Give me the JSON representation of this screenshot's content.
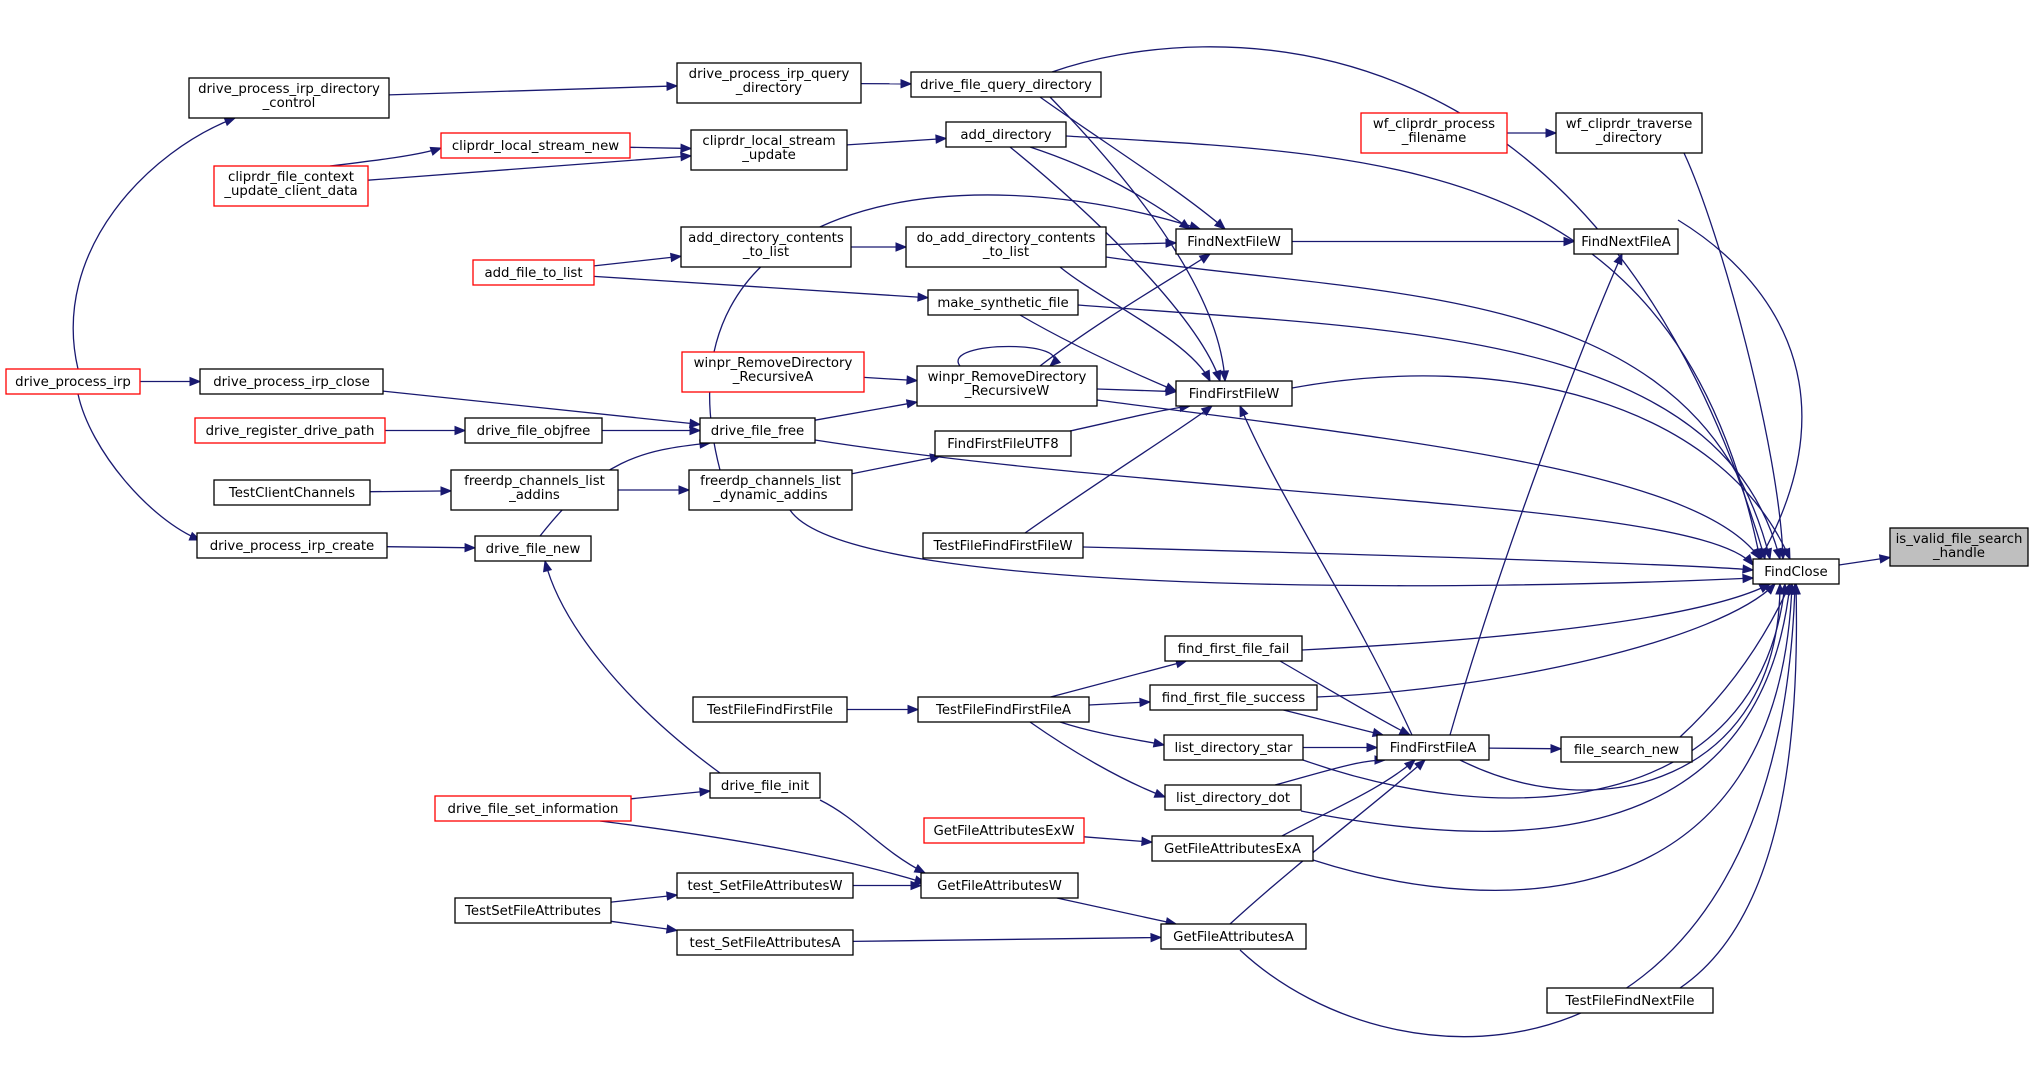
{
  "graph": {
    "nodes": [
      {
        "id": "is_valid",
        "lines": [
          "is_valid_file_search",
          "_handle"
        ],
        "style": "root"
      },
      {
        "id": "FindClose",
        "lines": [
          "FindClose"
        ],
        "style": "normal"
      },
      {
        "id": "drive_file_query_directory",
        "lines": [
          "drive_file_query_directory"
        ],
        "style": "normal"
      },
      {
        "id": "drive_process_irp_query_directory",
        "lines": [
          "drive_process_irp_query",
          "_directory"
        ],
        "style": "normal"
      },
      {
        "id": "drive_process_irp_directory_control",
        "lines": [
          "drive_process_irp_directory",
          "_control"
        ],
        "style": "normal"
      },
      {
        "id": "drive_process_irp",
        "lines": [
          "drive_process_irp"
        ],
        "style": "red"
      },
      {
        "id": "wf_cliprdr_process_filename",
        "lines": [
          "wf_cliprdr_process",
          "_filename"
        ],
        "style": "red"
      },
      {
        "id": "wf_cliprdr_traverse_directory",
        "lines": [
          "wf_cliprdr_traverse",
          "_directory"
        ],
        "style": "normal"
      },
      {
        "id": "add_directory",
        "lines": [
          "add_directory"
        ],
        "style": "normal"
      },
      {
        "id": "cliprdr_local_stream_update",
        "lines": [
          "cliprdr_local_stream",
          "_update"
        ],
        "style": "normal"
      },
      {
        "id": "cliprdr_local_stream_new",
        "lines": [
          "cliprdr_local_stream_new"
        ],
        "style": "red"
      },
      {
        "id": "cliprdr_file_context_update_client_data",
        "lines": [
          "cliprdr_file_context",
          "_update_client_data"
        ],
        "style": "red"
      },
      {
        "id": "FindNextFileA",
        "lines": [
          "FindNextFileA"
        ],
        "style": "normal"
      },
      {
        "id": "FindNextFileW",
        "lines": [
          "FindNextFileW"
        ],
        "style": "normal"
      },
      {
        "id": "do_add_directory_contents_to_list",
        "lines": [
          "do_add_directory_contents",
          "_to_list"
        ],
        "style": "normal"
      },
      {
        "id": "add_directory_contents_to_list",
        "lines": [
          "add_directory_contents",
          "_to_list"
        ],
        "style": "normal"
      },
      {
        "id": "add_file_to_list",
        "lines": [
          "add_file_to_list"
        ],
        "style": "red"
      },
      {
        "id": "make_synthetic_file",
        "lines": [
          "make_synthetic_file"
        ],
        "style": "normal"
      },
      {
        "id": "winpr_RemoveDirectory_RecursiveA",
        "lines": [
          "winpr_RemoveDirectory",
          "_RecursiveA"
        ],
        "style": "red"
      },
      {
        "id": "winpr_RemoveDirectory_RecursiveW",
        "lines": [
          "winpr_RemoveDirectory",
          "_RecursiveW"
        ],
        "style": "normal"
      },
      {
        "id": "FindFirstFileW",
        "lines": [
          "FindFirstFileW"
        ],
        "style": "normal"
      },
      {
        "id": "drive_process_irp_close",
        "lines": [
          "drive_process_irp_close"
        ],
        "style": "normal"
      },
      {
        "id": "drive_file_free",
        "lines": [
          "drive_file_free"
        ],
        "style": "normal"
      },
      {
        "id": "drive_register_drive_path",
        "lines": [
          "drive_register_drive_path"
        ],
        "style": "red"
      },
      {
        "id": "drive_file_objfree",
        "lines": [
          "drive_file_objfree"
        ],
        "style": "normal"
      },
      {
        "id": "FindFirstFileUTF8",
        "lines": [
          "FindFirstFileUTF8"
        ],
        "style": "normal"
      },
      {
        "id": "TestClientChannels",
        "lines": [
          "TestClientChannels"
        ],
        "style": "normal"
      },
      {
        "id": "freerdp_channels_list_addins",
        "lines": [
          "freerdp_channels_list",
          "_addins"
        ],
        "style": "normal"
      },
      {
        "id": "freerdp_channels_list_dynamic_addins",
        "lines": [
          "freerdp_channels_list",
          "_dynamic_addins"
        ],
        "style": "normal"
      },
      {
        "id": "TestFileFindFirstFileW",
        "lines": [
          "TestFileFindFirstFileW"
        ],
        "style": "normal"
      },
      {
        "id": "drive_process_irp_create",
        "lines": [
          "drive_process_irp_create"
        ],
        "style": "normal"
      },
      {
        "id": "drive_file_new",
        "lines": [
          "drive_file_new"
        ],
        "style": "normal"
      },
      {
        "id": "find_first_file_fail",
        "lines": [
          "find_first_file_fail"
        ],
        "style": "normal"
      },
      {
        "id": "TestFileFindFirstFile",
        "lines": [
          "TestFileFindFirstFile"
        ],
        "style": "normal"
      },
      {
        "id": "TestFileFindFirstFileA",
        "lines": [
          "TestFileFindFirstFileA"
        ],
        "style": "normal"
      },
      {
        "id": "find_first_file_success",
        "lines": [
          "find_first_file_success"
        ],
        "style": "normal"
      },
      {
        "id": "list_directory_star",
        "lines": [
          "list_directory_star"
        ],
        "style": "normal"
      },
      {
        "id": "FindFirstFileA",
        "lines": [
          "FindFirstFileA"
        ],
        "style": "normal"
      },
      {
        "id": "file_search_new",
        "lines": [
          "file_search_new"
        ],
        "style": "normal"
      },
      {
        "id": "list_directory_dot",
        "lines": [
          "list_directory_dot"
        ],
        "style": "normal"
      },
      {
        "id": "drive_file_init",
        "lines": [
          "drive_file_init"
        ],
        "style": "normal"
      },
      {
        "id": "drive_file_set_information",
        "lines": [
          "drive_file_set_information"
        ],
        "style": "red"
      },
      {
        "id": "GetFileAttributesExW",
        "lines": [
          "GetFileAttributesExW"
        ],
        "style": "red"
      },
      {
        "id": "GetFileAttributesExA",
        "lines": [
          "GetFileAttributesExA"
        ],
        "style": "normal"
      },
      {
        "id": "TestSetFileAttributes",
        "lines": [
          "TestSetFileAttributes"
        ],
        "style": "normal"
      },
      {
        "id": "test_SetFileAttributesW",
        "lines": [
          "test_SetFileAttributesW"
        ],
        "style": "normal"
      },
      {
        "id": "GetFileAttributesW",
        "lines": [
          "GetFileAttributesW"
        ],
        "style": "normal"
      },
      {
        "id": "test_SetFileAttributesA",
        "lines": [
          "test_SetFileAttributesA"
        ],
        "style": "normal"
      },
      {
        "id": "GetFileAttributesA",
        "lines": [
          "GetFileAttributesA"
        ],
        "style": "normal"
      },
      {
        "id": "TestFileFindNextFile",
        "lines": [
          "TestFileFindNextFile"
        ],
        "style": "normal"
      }
    ],
    "edges": [
      {
        "from": "FindClose",
        "to": "is_valid"
      },
      {
        "from": "drive_file_query_directory",
        "to": "FindClose"
      },
      {
        "from": "drive_process_irp_query_directory",
        "to": "drive_file_query_directory"
      },
      {
        "from": "drive_process_irp_directory_control",
        "to": "drive_process_irp_query_directory"
      },
      {
        "from": "drive_process_irp",
        "to": "drive_process_irp_directory_control"
      },
      {
        "from": "wf_cliprdr_traverse_directory",
        "to": "FindClose"
      },
      {
        "from": "wf_cliprdr_process_filename",
        "to": "wf_cliprdr_traverse_directory"
      },
      {
        "from": "add_directory",
        "to": "FindClose"
      },
      {
        "from": "cliprdr_local_stream_update",
        "to": "add_directory"
      },
      {
        "from": "cliprdr_local_stream_new",
        "to": "cliprdr_local_stream_update"
      },
      {
        "from": "cliprdr_file_context_update_client_data",
        "to": "cliprdr_local_stream_update"
      },
      {
        "from": "cliprdr_file_context_update_client_data",
        "to": "cliprdr_local_stream_new"
      },
      {
        "from": "FindNextFileA",
        "to": "FindClose"
      },
      {
        "from": "FindNextFileW",
        "to": "FindNextFileA"
      },
      {
        "from": "drive_file_query_directory",
        "to": "FindNextFileW"
      },
      {
        "from": "add_directory",
        "to": "FindNextFileW"
      },
      {
        "from": "do_add_directory_contents_to_list",
        "to": "FindNextFileW"
      },
      {
        "from": "winpr_RemoveDirectory_RecursiveW",
        "to": "FindNextFileW"
      },
      {
        "from": "freerdp_channels_list_dynamic_addins",
        "to": "FindNextFileW"
      },
      {
        "from": "do_add_directory_contents_to_list",
        "to": "FindClose"
      },
      {
        "from": "add_directory_contents_to_list",
        "to": "do_add_directory_contents_to_list"
      },
      {
        "from": "add_file_to_list",
        "to": "add_directory_contents_to_list"
      },
      {
        "from": "add_file_to_list",
        "to": "make_synthetic_file"
      },
      {
        "from": "make_synthetic_file",
        "to": "FindClose"
      },
      {
        "from": "winpr_RemoveDirectory_RecursiveA",
        "to": "winpr_RemoveDirectory_RecursiveW"
      },
      {
        "from": "winpr_RemoveDirectory_RecursiveW",
        "to": "winpr_RemoveDirectory_RecursiveW"
      },
      {
        "from": "FindFirstFileW",
        "to": "FindClose"
      },
      {
        "from": "drive_file_query_directory",
        "to": "FindFirstFileW"
      },
      {
        "from": "add_directory",
        "to": "FindFirstFileW"
      },
      {
        "from": "do_add_directory_contents_to_list",
        "to": "FindFirstFileW"
      },
      {
        "from": "make_synthetic_file",
        "to": "FindFirstFileW"
      },
      {
        "from": "winpr_RemoveDirectory_RecursiveW",
        "to": "FindFirstFileW"
      },
      {
        "from": "FindFirstFileUTF8",
        "to": "FindFirstFileW"
      },
      {
        "from": "TestFileFindFirstFileW",
        "to": "FindFirstFileW"
      },
      {
        "from": "winpr_RemoveDirectory_RecursiveW",
        "to": "FindClose"
      },
      {
        "from": "drive_file_free",
        "to": "winpr_RemoveDirectory_RecursiveW"
      },
      {
        "from": "drive_file_free",
        "to": "FindClose"
      },
      {
        "from": "drive_process_irp_close",
        "to": "drive_file_free"
      },
      {
        "from": "drive_process_irp",
        "to": "drive_process_irp_close"
      },
      {
        "from": "drive_file_objfree",
        "to": "drive_file_free"
      },
      {
        "from": "drive_register_drive_path",
        "to": "drive_file_objfree"
      },
      {
        "from": "drive_file_new",
        "to": "drive_file_free"
      },
      {
        "from": "freerdp_channels_list_dynamic_addins",
        "to": "FindFirstFileUTF8"
      },
      {
        "from": "freerdp_channels_list_dynamic_addins",
        "to": "FindClose"
      },
      {
        "from": "freerdp_channels_list_addins",
        "to": "freerdp_channels_list_dynamic_addins"
      },
      {
        "from": "TestClientChannels",
        "to": "freerdp_channels_list_addins"
      },
      {
        "from": "TestFileFindFirstFileW",
        "to": "FindClose"
      },
      {
        "from": "drive_process_irp",
        "to": "drive_process_irp_create"
      },
      {
        "from": "drive_process_irp_create",
        "to": "drive_file_new"
      },
      {
        "from": "drive_file_init",
        "to": "drive_file_new"
      },
      {
        "from": "find_first_file_fail",
        "to": "FindClose"
      },
      {
        "from": "TestFileFindFirstFileA",
        "to": "find_first_file_fail"
      },
      {
        "from": "TestFileFindFirstFile",
        "to": "TestFileFindFirstFileA"
      },
      {
        "from": "find_first_file_success",
        "to": "FindClose"
      },
      {
        "from": "TestFileFindFirstFileA",
        "to": "find_first_file_success"
      },
      {
        "from": "TestFileFindFirstFileA",
        "to": "list_directory_star"
      },
      {
        "from": "TestFileFindFirstFileA",
        "to": "list_directory_dot"
      },
      {
        "from": "FindFirstFileA",
        "to": "FindClose"
      },
      {
        "from": "FindFirstFileA",
        "to": "FindFirstFileW"
      },
      {
        "from": "FindFirstFileA",
        "to": "FindNextFileA"
      },
      {
        "from": "FindFirstFileA",
        "to": "file_search_new"
      },
      {
        "from": "find_first_file_fail",
        "to": "FindFirstFileA"
      },
      {
        "from": "find_first_file_success",
        "to": "FindFirstFileA"
      },
      {
        "from": "list_directory_star",
        "to": "FindFirstFileA"
      },
      {
        "from": "list_directory_dot",
        "to": "FindFirstFileA"
      },
      {
        "from": "GetFileAttributesExA",
        "to": "FindFirstFileA"
      },
      {
        "from": "GetFileAttributesA",
        "to": "FindFirstFileA"
      },
      {
        "from": "file_search_new",
        "to": "FindClose"
      },
      {
        "from": "list_directory_star",
        "to": "FindClose"
      },
      {
        "from": "list_directory_dot",
        "to": "FindClose"
      },
      {
        "from": "GetFileAttributesExA",
        "to": "FindClose"
      },
      {
        "from": "GetFileAttributesExW",
        "to": "GetFileAttributesExA"
      },
      {
        "from": "GetFileAttributesW",
        "to": "GetFileAttributesA"
      },
      {
        "from": "drive_file_init",
        "to": "GetFileAttributesW"
      },
      {
        "from": "drive_file_set_information",
        "to": "drive_file_init"
      },
      {
        "from": "drive_file_set_information",
        "to": "GetFileAttributesW"
      },
      {
        "from": "test_SetFileAttributesW",
        "to": "GetFileAttributesW"
      },
      {
        "from": "TestSetFileAttributes",
        "to": "test_SetFileAttributesW"
      },
      {
        "from": "TestSetFileAttributes",
        "to": "test_SetFileAttributesA"
      },
      {
        "from": "test_SetFileAttributesA",
        "to": "GetFileAttributesA"
      },
      {
        "from": "GetFileAttributesA",
        "to": "FindClose"
      },
      {
        "from": "TestFileFindNextFile",
        "to": "FindClose"
      }
    ]
  }
}
